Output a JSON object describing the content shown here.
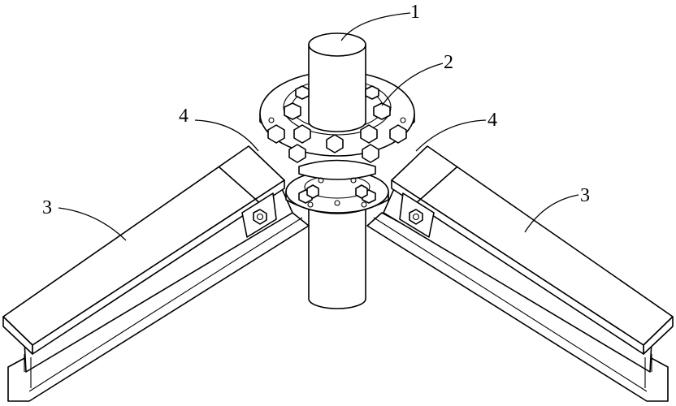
{
  "labels": {
    "column": "1",
    "flange": "2",
    "beam_left": "3",
    "beam_right": "3",
    "plate_left": "4",
    "plate_right": "4"
  }
}
